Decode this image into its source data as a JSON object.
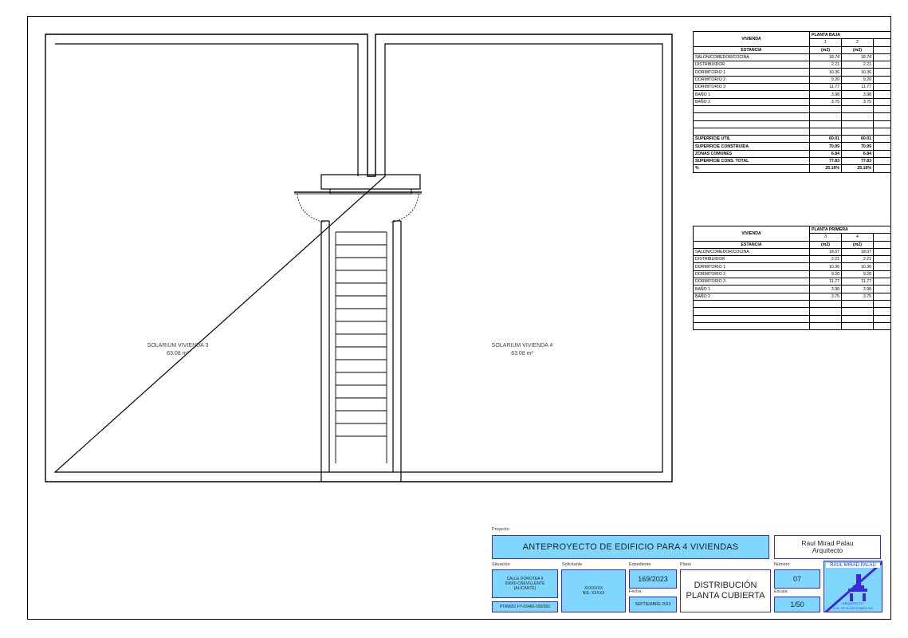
{
  "plan": {
    "rooms": [
      {
        "name": "SOLARIUM VIVIENDA 3",
        "area": "63.08 m²"
      },
      {
        "name": "SOLARIUM VIVIENDA 4",
        "area": "63.08 m²"
      }
    ]
  },
  "table_pb": {
    "header_left": "VIVIENDA",
    "group": "PLANTA BAJA",
    "unit_numbers": [
      "1",
      "2"
    ],
    "col_label": "ESTANCIA",
    "units": [
      "(m2)",
      "(m2)"
    ],
    "rows": [
      [
        "SALON/COMEDOR/COCINA",
        "18.74",
        "18.74"
      ],
      [
        "DISTRIBUIDOR",
        "2.21",
        "2.21"
      ],
      [
        "DORMITORIO 1",
        "10.36",
        "10.36"
      ],
      [
        "DORMITORIO 2",
        "9.20",
        "9.20"
      ],
      [
        "DORMITORIO 3",
        "11.77",
        "11.77"
      ],
      [
        "BAÑO 1",
        "3.98",
        "3.98"
      ],
      [
        "BAÑO 2",
        "3.75",
        "3.75"
      ]
    ],
    "totals": [
      [
        "SUPERFICIE UTIL",
        "60.01",
        "60.01"
      ],
      [
        "SUPERFICIE CONSTRUIDA",
        "70.99",
        "70.99"
      ],
      [
        "ZONAS COMUNES",
        "6.84",
        "6.84"
      ],
      [
        "SUPERFICIE CONS. TOTAL",
        "77.83",
        "77.83"
      ],
      [
        "%",
        "25.16%",
        "25.16%"
      ]
    ]
  },
  "table_pp": {
    "header_left": "VIVIENDA",
    "group": "PLANTA PRIMERA",
    "unit_numbers": [
      "3",
      "4"
    ],
    "col_label": "ESTANCIA",
    "units": [
      "(m2)",
      "(m2)"
    ],
    "rows": [
      [
        "SALON/COMEDOR/COCINA",
        "18.07",
        "18.07"
      ],
      [
        "DISTRIBUIDOR",
        "2.21",
        "2.21"
      ],
      [
        "DORMITORIO 1",
        "10.36",
        "10.36"
      ],
      [
        "DORMITORIO 2",
        "9.20",
        "9.20"
      ],
      [
        "DORMITORIO 3",
        "11.77",
        "11.77"
      ],
      [
        "BAÑO 1",
        "3.98",
        "3.98"
      ],
      [
        "BAÑO 2",
        "3.75",
        "3.75"
      ]
    ]
  },
  "title_block": {
    "labels": {
      "proyecto": "Proyecto",
      "situacion": "Situación",
      "solicitante": "Solicitante",
      "expediente": "Expediente",
      "plano": "Plano",
      "numero": "Número",
      "fecha": "Fecha",
      "escala": "Escala"
    },
    "project_title": "ANTEPROYECTO DE EDIFICIO PARA 4 VIVIENDAS",
    "architect_name": "Raul Mirad Palau",
    "architect_role": "Arquitecto",
    "situacion_lines": [
      "CALLE DOROTEA 9",
      "03660-CREVILLENTE",
      "(ALICANTE)"
    ],
    "referencia": "PTA9651 FY-03460-030/003",
    "solicitante_lines": [
      "XXXXXXX",
      "NIE: XXXXX"
    ],
    "expediente": "169/2023",
    "fecha": "SEPTIEMBRE 2023",
    "plano_lines": [
      "DISTRIBUCIÓN",
      "PLANTA CUBIERTA"
    ],
    "numero": "07",
    "escala": "1/50",
    "logo_name": "RAUL MIRAD PALAU",
    "logo_sub": [
      "ARQUITECTO",
      "COL. Nº 11,234 COACV ALI"
    ]
  },
  "colors": {
    "box_fill": "#7fd6ff",
    "box_border": "#3b2bd6"
  }
}
